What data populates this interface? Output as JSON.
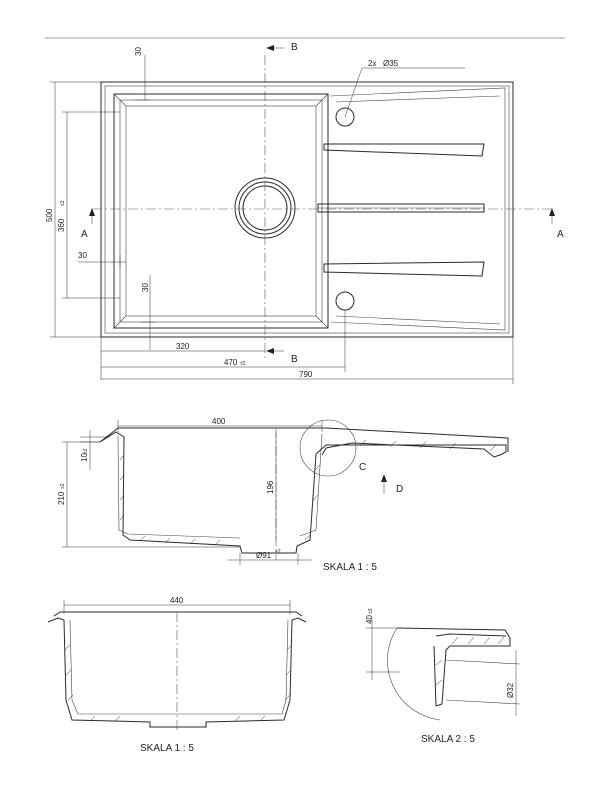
{
  "plan": {
    "dim_30_top": "30",
    "dim_2x": "2x",
    "dim_hole": "Ø35",
    "dim_500": "500",
    "dim_360": "360",
    "dim_360_tol": "±2",
    "dim_30_left": "30",
    "dim_30_bottom": "30",
    "dim_320": "320",
    "dim_470": "470",
    "dim_470_tol": "±2",
    "dim_790": "790",
    "section_a_left": "A",
    "section_a_right": "A",
    "section_b_top": "B",
    "section_b_bottom": "B"
  },
  "section1": {
    "dim_400": "400",
    "dim_10": "10",
    "dim_10_tol": "±2",
    "dim_210": "210",
    "dim_210_tol": "±2",
    "dim_196": "196",
    "dim_91": "Ø91",
    "dim_91_tol": "+2",
    "detail_c": "C",
    "view_d": "D",
    "scale": "SKALA 1 : 5"
  },
  "section2": {
    "dim_440": "440",
    "scale": "SKALA 1 : 5"
  },
  "detail": {
    "dim_40": "40",
    "dim_40_tol": "±2",
    "dim_32": "Ø32",
    "scale": "SKALA 2 : 5"
  }
}
